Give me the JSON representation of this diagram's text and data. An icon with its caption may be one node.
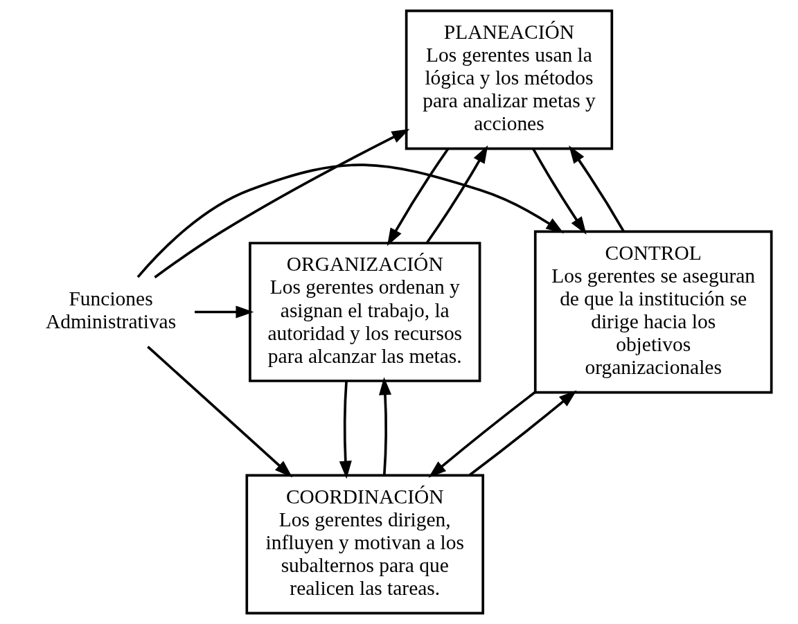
{
  "diagram": {
    "nodes": [
      {
        "text": [
          "PLANEACIÓN",
          "Los gerentes usan la lógica y los métodos para analizar metas y acciones"
        ]
      },
      {
        "text": [
          "CONTROL",
          "Los gerentes se aseguran de que la institución se dirige hacia los objetivos organizacionales"
        ]
      },
      {
        "text": [
          "Funciones Administrativas"
        ]
      },
      {
        "text": [
          "ORGANIZACIÓN",
          "Los gerentes ordenan y asignan el trabajo, la autoridad y los recursos para alcanzar las metas."
        ]
      },
      {
        "text": [
          "COORDINACIÓN",
          "Los gerentes dirigen, influyen y motivan a los subalternos para que realicen las tareas."
        ]
      }
    ],
    "edges": [
      {
        "from": 1,
        "to": 0,
        "arrow": "to"
      },
      {
        "from": 0,
        "to": 1,
        "arrow": "to"
      },
      {
        "from": 0,
        "to": 3,
        "arrow": "to"
      },
      {
        "from": 3,
        "to": 0,
        "arrow": "to"
      },
      {
        "from": 3,
        "to": 4,
        "arrow": "to"
      },
      {
        "from": 4,
        "to": 3,
        "arrow": "to"
      },
      {
        "from": 1,
        "to": 4,
        "arrow": "to"
      },
      {
        "from": 4,
        "to": 1,
        "arrow": "to"
      },
      {
        "from": 2,
        "to": 0,
        "arrow": "to"
      },
      {
        "from": 2,
        "to": 1,
        "arrow": "to"
      },
      {
        "from": 2,
        "to": 3,
        "arrow": "to"
      },
      {
        "from": 2,
        "to": 4,
        "arrow": "to"
      }
    ]
  }
}
